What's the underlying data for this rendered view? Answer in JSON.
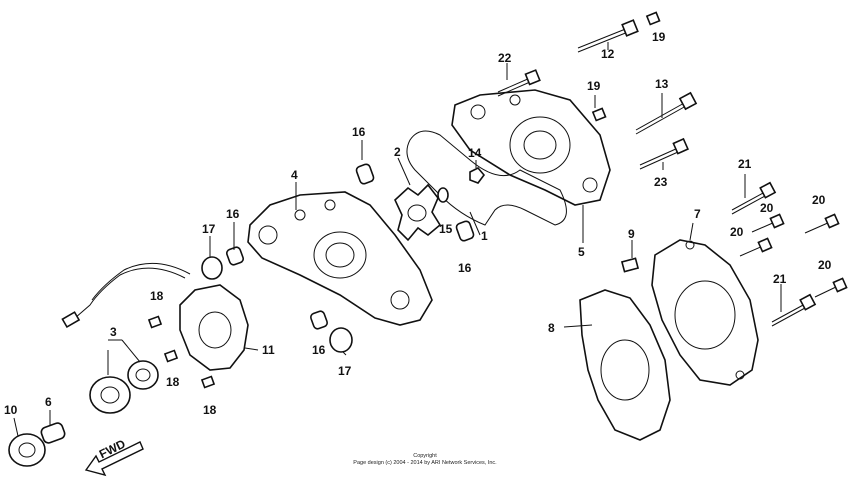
{
  "labels": {
    "l1": "1",
    "l2": "2",
    "l3": "3",
    "l4": "4",
    "l5": "5",
    "l6": "6",
    "l7": "7",
    "l8": "8",
    "l9": "9",
    "l10": "10",
    "l11": "11",
    "l12": "12",
    "l13": "13",
    "l14": "14",
    "l15": "15",
    "l16a": "16",
    "l16b": "16",
    "l16c": "16",
    "l16d": "16",
    "l17a": "17",
    "l17b": "17",
    "l18a": "18",
    "l18b": "18",
    "l18c": "18",
    "l19a": "19",
    "l19b": "19",
    "l20a": "20",
    "l20b": "20",
    "l20c": "20",
    "l20d": "20",
    "l21a": "21",
    "l21b": "21",
    "l22": "22",
    "l23": "23"
  },
  "fwd": "FWD",
  "copyright": {
    "line1": "Copyright",
    "line2": "Page design (c) 2004 - 2014 by ARI Network Services, Inc."
  }
}
